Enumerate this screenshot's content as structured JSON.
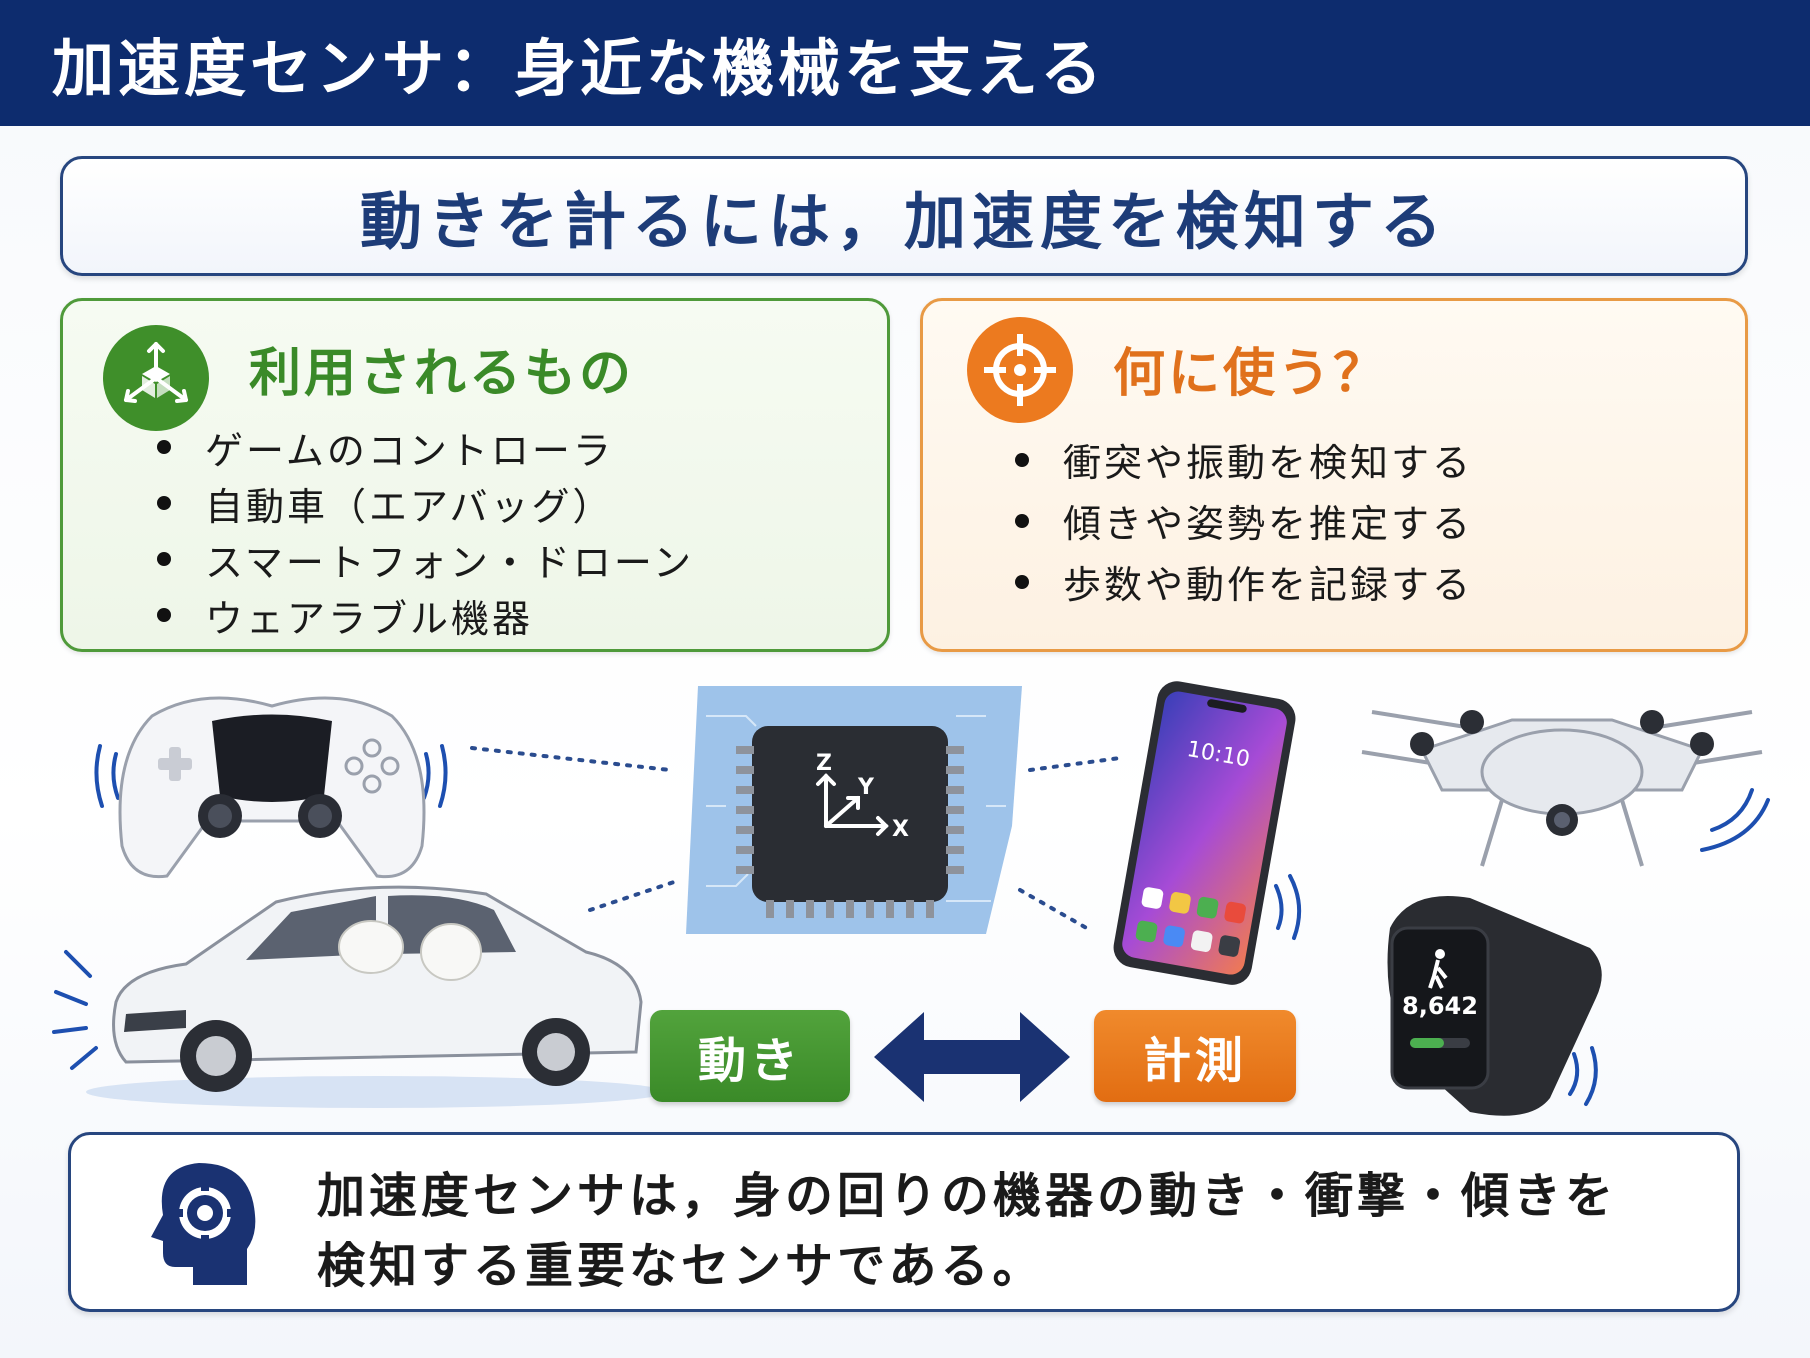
{
  "header": {
    "title": "加速度センサ：身近な機械を支える"
  },
  "subtitle": "動きを計るには，加速度を検知する",
  "uses_panel": {
    "icon": "axis-cube-icon",
    "heading": "利用されるもの",
    "items": [
      "ゲームのコントローラ",
      "自動車（エアバッグ）",
      "スマートフォン・ドローン",
      "ウェアラブル機器"
    ]
  },
  "purpose_panel": {
    "icon": "target-icon",
    "heading": "何に使う？",
    "items": [
      "衝突や振動を検知する",
      "傾きや姿勢を推定する",
      "歩数や動作を記録する"
    ]
  },
  "illustration": {
    "chip_axes": {
      "z": "Z",
      "y": "Y",
      "x": "X"
    },
    "phone_time": "10:10",
    "watch_steps": "8,642"
  },
  "tags": {
    "motion": "動き",
    "measure": "計測"
  },
  "summary": {
    "icon": "head-gear-icon",
    "line1": "加速度センサは，身の回りの機器の動き・衝撃・傾きを",
    "line2": "検知する重要なセンサである。"
  },
  "colors": {
    "title_bar": "#0d2c6e",
    "accent_green": "#3f8f2a",
    "accent_orange": "#ec7a1f",
    "navy": "#1d3c78"
  }
}
